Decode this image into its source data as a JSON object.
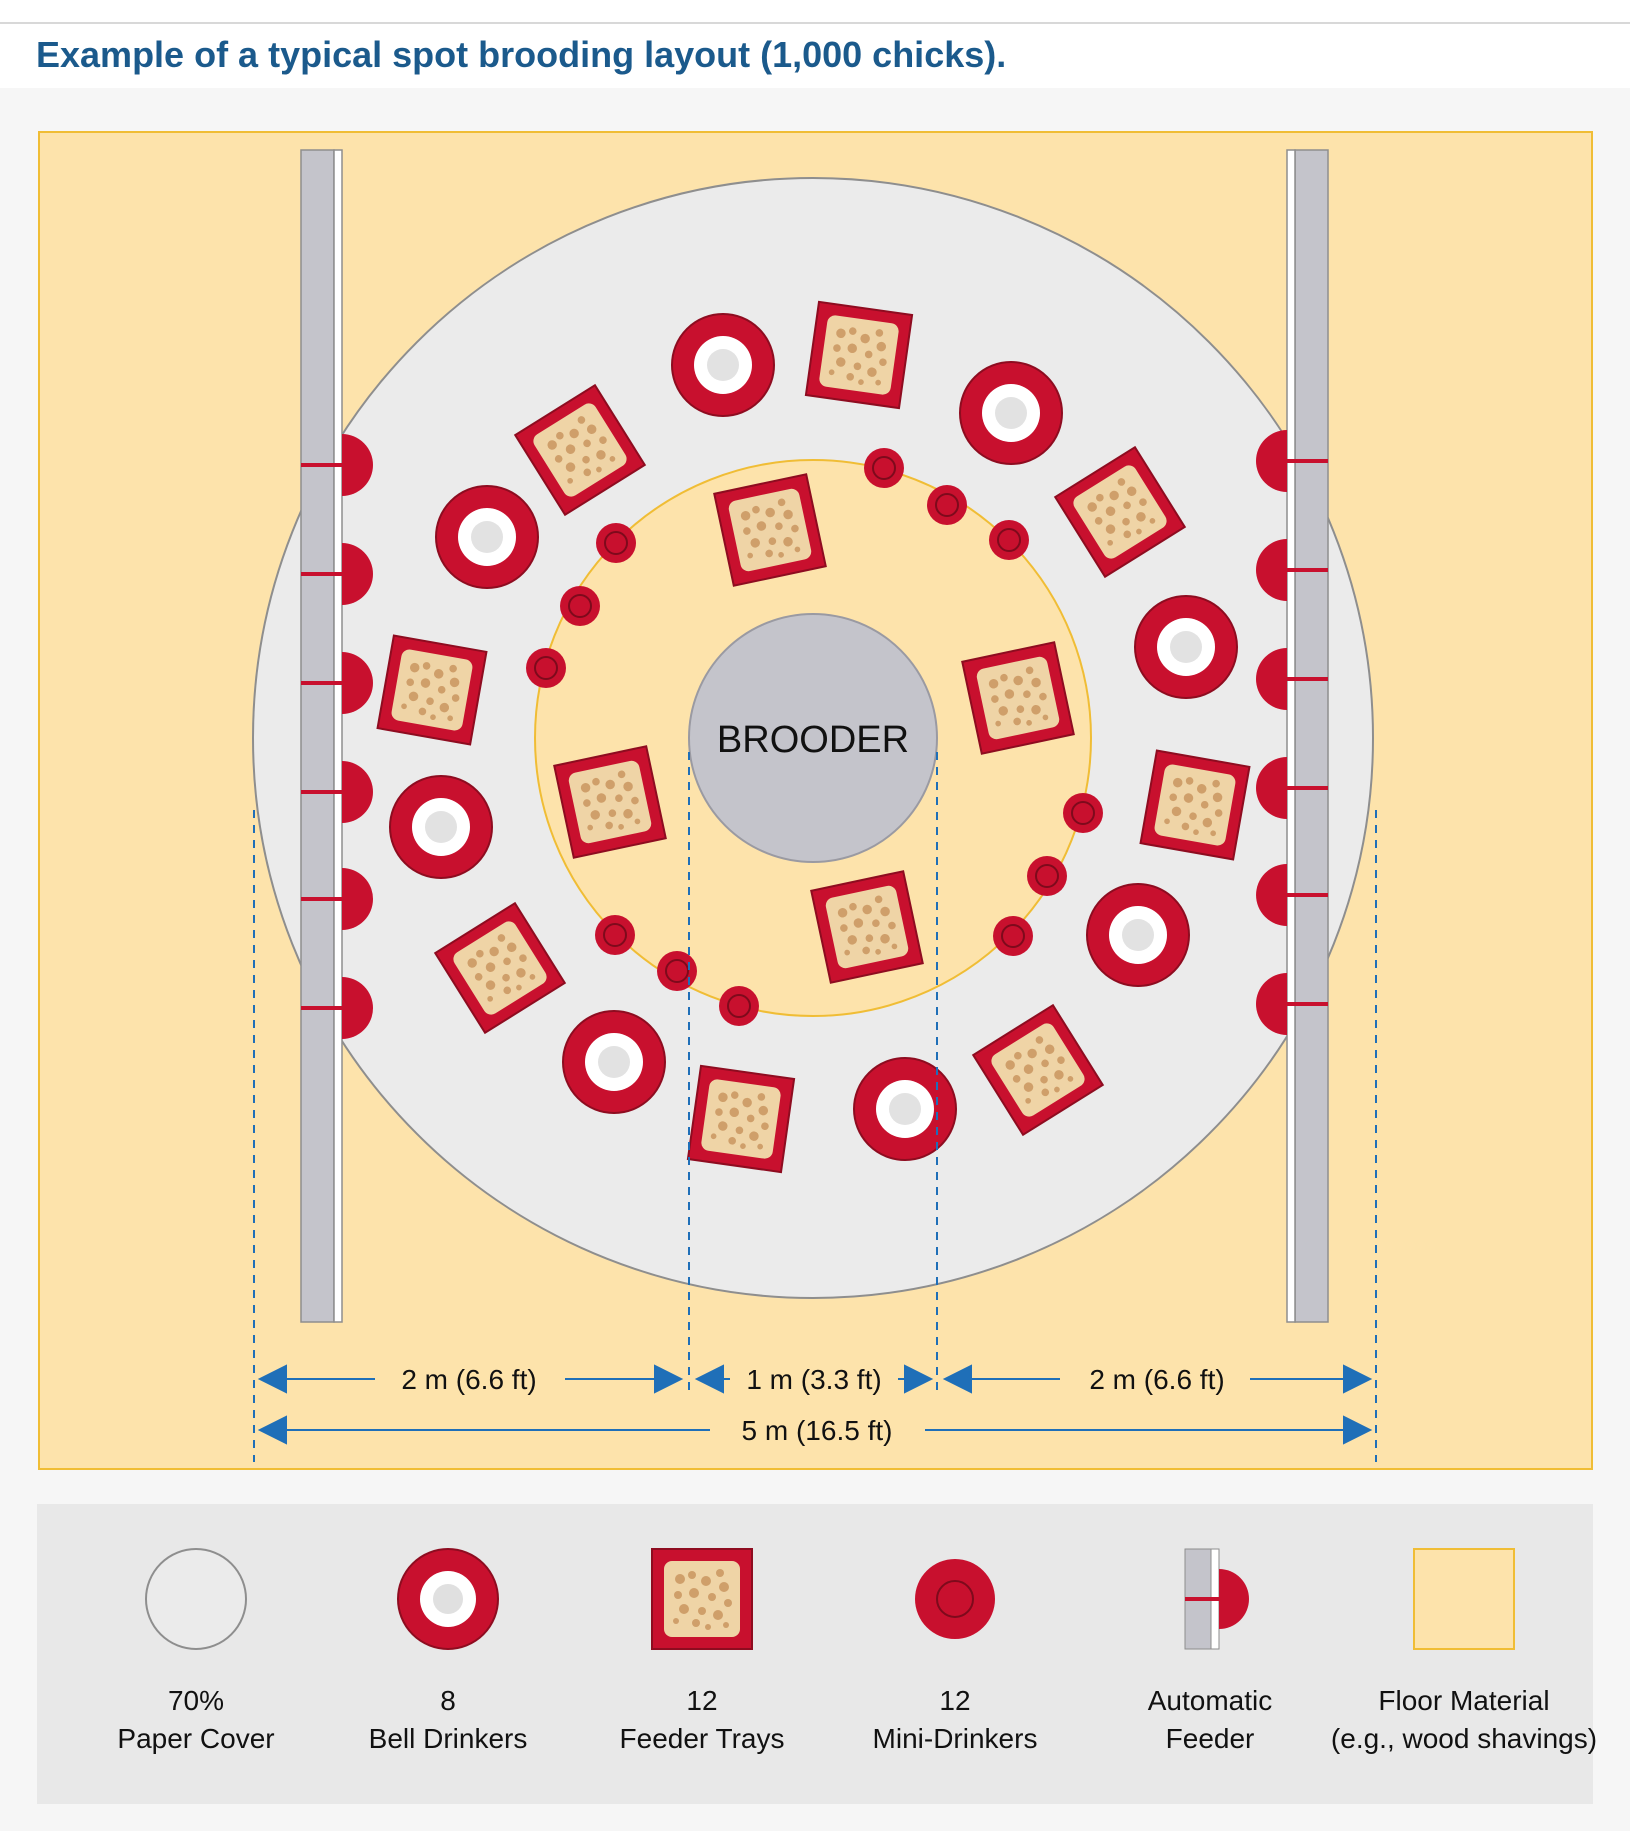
{
  "title": "Example of a typical spot brooding layout (1,000 chicks).",
  "brooder_label": "BROODER",
  "dimensions": {
    "left": "2 m (6.6 ft)",
    "center": "1 m (3.3 ft)",
    "right": "2 m (6.6 ft)",
    "total": "5 m (16.5 ft)"
  },
  "legend": [
    {
      "line1": "70%",
      "line2": "Paper Cover",
      "icon": "paper-cover-icon"
    },
    {
      "line1": "8",
      "line2": "Bell Drinkers",
      "icon": "bell-drinker-icon"
    },
    {
      "line1": "12",
      "line2": "Feeder Trays",
      "icon": "feeder-tray-icon"
    },
    {
      "line1": "12",
      "line2": "Mini-Drinkers",
      "icon": "mini-drinker-icon"
    },
    {
      "line1": "Automatic",
      "line2": "Feeder",
      "icon": "automatic-feeder-icon"
    },
    {
      "line1": "Floor Material",
      "line2": "(e.g., wood shavings)",
      "icon": "floor-material-icon"
    }
  ],
  "colors": {
    "title": "#1b5a8c",
    "floor": "#fde3ab",
    "floor_border": "#f0bd35",
    "paper": "#ebebeb",
    "red": "#c8102e",
    "feed": "#efd4a6",
    "brooder": "#c4c4cb",
    "arrow": "#1f6fb8"
  }
}
